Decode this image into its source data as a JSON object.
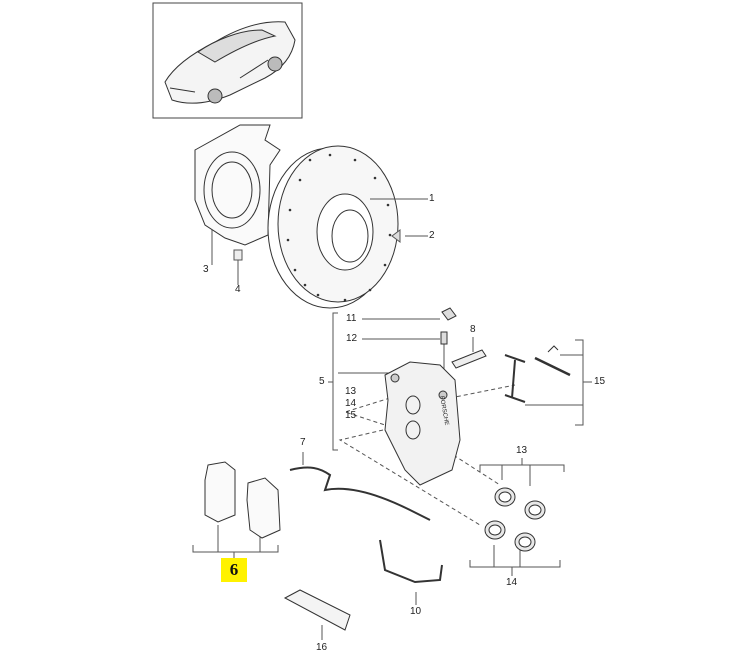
{
  "diagram": {
    "title_image": "car-thumbnail",
    "highlight_color": "#fff200",
    "labels": {
      "p1": "1",
      "p2": "2",
      "p3": "3",
      "p4": "4",
      "p5": "5",
      "p6": "6",
      "p7": "7",
      "p8": "8",
      "p10": "10",
      "p11": "11",
      "p12": "12",
      "p13a": "13",
      "p14a": "14",
      "p15a": "15",
      "p13b": "13",
      "p14b": "14",
      "p15b": "15",
      "p16": "16",
      "caliper_text": "PORSCHE"
    }
  }
}
